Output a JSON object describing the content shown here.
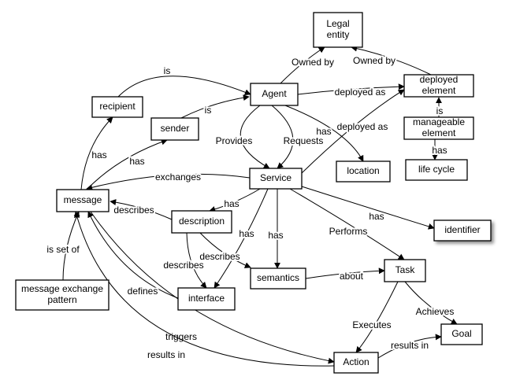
{
  "nodes": [
    {
      "id": "legal_entity",
      "lines": [
        "Legal",
        "entity"
      ]
    },
    {
      "id": "agent",
      "lines": [
        "Agent"
      ]
    },
    {
      "id": "recipient",
      "lines": [
        "recipient"
      ]
    },
    {
      "id": "sender",
      "lines": [
        "sender"
      ]
    },
    {
      "id": "deployed_element",
      "lines": [
        "deployed",
        "element"
      ]
    },
    {
      "id": "manageable_element",
      "lines": [
        "manageable",
        "element"
      ]
    },
    {
      "id": "life_cycle",
      "lines": [
        "life cycle"
      ]
    },
    {
      "id": "location",
      "lines": [
        "location"
      ]
    },
    {
      "id": "service",
      "lines": [
        "Service"
      ]
    },
    {
      "id": "message",
      "lines": [
        "message"
      ]
    },
    {
      "id": "description",
      "lines": [
        "description"
      ]
    },
    {
      "id": "identifier",
      "lines": [
        "identifier"
      ]
    },
    {
      "id": "semantics",
      "lines": [
        "semantics"
      ]
    },
    {
      "id": "task",
      "lines": [
        "Task"
      ]
    },
    {
      "id": "message_exchange_pattern",
      "lines": [
        "message exchange",
        "pattern"
      ]
    },
    {
      "id": "interface",
      "lines": [
        "interface"
      ]
    },
    {
      "id": "goal",
      "lines": [
        "Goal"
      ]
    },
    {
      "id": "action",
      "lines": [
        "Action"
      ]
    }
  ],
  "edges": [
    {
      "id": "agent-owned-by-legal-entity",
      "from": "agent",
      "to": "legal_entity",
      "label": "Owned by"
    },
    {
      "id": "deployed-element-owned-by-legal-entity",
      "from": "deployed_element",
      "to": "legal_entity",
      "label": "Owned by"
    },
    {
      "id": "recipient-is-agent",
      "from": "recipient",
      "to": "agent",
      "label": "is"
    },
    {
      "id": "sender-is-agent",
      "from": "sender",
      "to": "agent",
      "label": "is"
    },
    {
      "id": "agent-deployed-as-deployed-element",
      "from": "agent",
      "to": "deployed_element",
      "label": "deployed as"
    },
    {
      "id": "manageable-element-is-deployed-element",
      "from": "manageable_element",
      "to": "deployed_element",
      "label": "is"
    },
    {
      "id": "manageable-element-has-life-cycle",
      "from": "manageable_element",
      "to": "life_cycle",
      "label": "has"
    },
    {
      "id": "agent-provides-service",
      "from": "agent",
      "to": "service",
      "label": "Provides"
    },
    {
      "id": "agent-requests-service",
      "from": "agent",
      "to": "service",
      "label": "Requests"
    },
    {
      "id": "agent-has-location",
      "from": "agent",
      "to": "location",
      "label": "has"
    },
    {
      "id": "service-deployed-as-deployed-element",
      "from": "service",
      "to": "deployed_element",
      "label": "deployed as"
    },
    {
      "id": "message-has-recipient",
      "from": "message",
      "to": "recipient",
      "label": "has"
    },
    {
      "id": "message-has-sender",
      "from": "message",
      "to": "sender",
      "label": "has"
    },
    {
      "id": "service-exchanges-message",
      "from": "service",
      "to": "message",
      "label": "exchanges"
    },
    {
      "id": "description-describes-message",
      "from": "description",
      "to": "message",
      "label": "describes"
    },
    {
      "id": "service-has-description",
      "from": "service",
      "to": "description",
      "label": "has"
    },
    {
      "id": "service-has-identifier",
      "from": "service",
      "to": "identifier",
      "label": "has"
    },
    {
      "id": "service-has-interface",
      "from": "service",
      "to": "interface",
      "label": "has"
    },
    {
      "id": "service-has-semantics",
      "from": "service",
      "to": "semantics",
      "label": "has"
    },
    {
      "id": "service-performs-task",
      "from": "service",
      "to": "task",
      "label": "Performs"
    },
    {
      "id": "description-describes-interface",
      "from": "description",
      "to": "interface",
      "label": "describes"
    },
    {
      "id": "description-describes-semantics",
      "from": "description",
      "to": "semantics",
      "label": "describes"
    },
    {
      "id": "semantics-about-task",
      "from": "semantics",
      "to": "task",
      "label": "about"
    },
    {
      "id": "message-exchange-pattern-is-set-of-message",
      "from": "message_exchange_pattern",
      "to": "message",
      "label": "is set of"
    },
    {
      "id": "interface-defines-message",
      "from": "interface",
      "to": "message",
      "label": "defines"
    },
    {
      "id": "message-triggers-action",
      "from": "message",
      "to": "action",
      "label": "triggers"
    },
    {
      "id": "action-results-in-message",
      "from": "action",
      "to": "message",
      "label": "results in"
    },
    {
      "id": "task-achieves-goal",
      "from": "task",
      "to": "goal",
      "label": "Achieves"
    },
    {
      "id": "task-executes-action",
      "from": "task",
      "to": "action",
      "label": "Executes"
    },
    {
      "id": "action-results-in-goal",
      "from": "action",
      "to": "goal",
      "label": "results in"
    }
  ]
}
